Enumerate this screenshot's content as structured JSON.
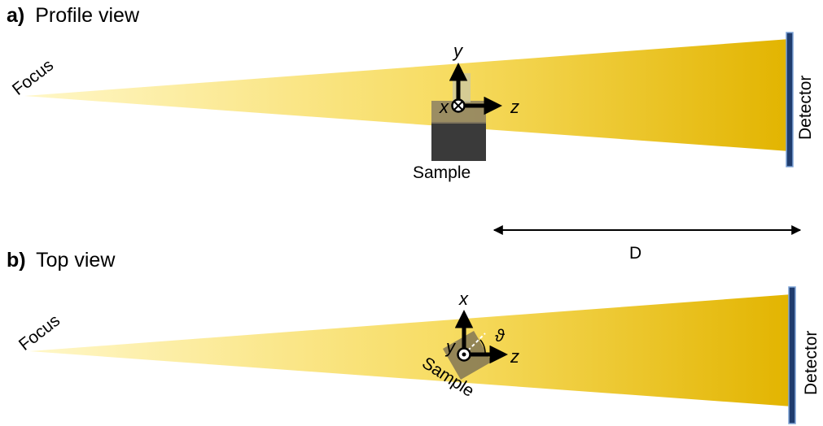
{
  "panels": {
    "a": {
      "letter": "a)",
      "title": "Profile view",
      "focus": "Focus",
      "detector": "Detector",
      "sample": "Sample",
      "axes": {
        "up": "y",
        "right": "z",
        "into": "x"
      }
    },
    "b": {
      "letter": "b)",
      "title": "Top view",
      "focus": "Focus",
      "detector": "Detector",
      "sample": "Sample",
      "axes": {
        "up": "x",
        "right": "z",
        "outof": "y",
        "angle": "ϑ"
      }
    }
  },
  "distance": {
    "label": "D"
  },
  "colors": {
    "beam_light": "#fff7c8",
    "beam_dark": "#e2b400",
    "detector": "#1f3c6e",
    "sample": "#3a3a3a"
  }
}
